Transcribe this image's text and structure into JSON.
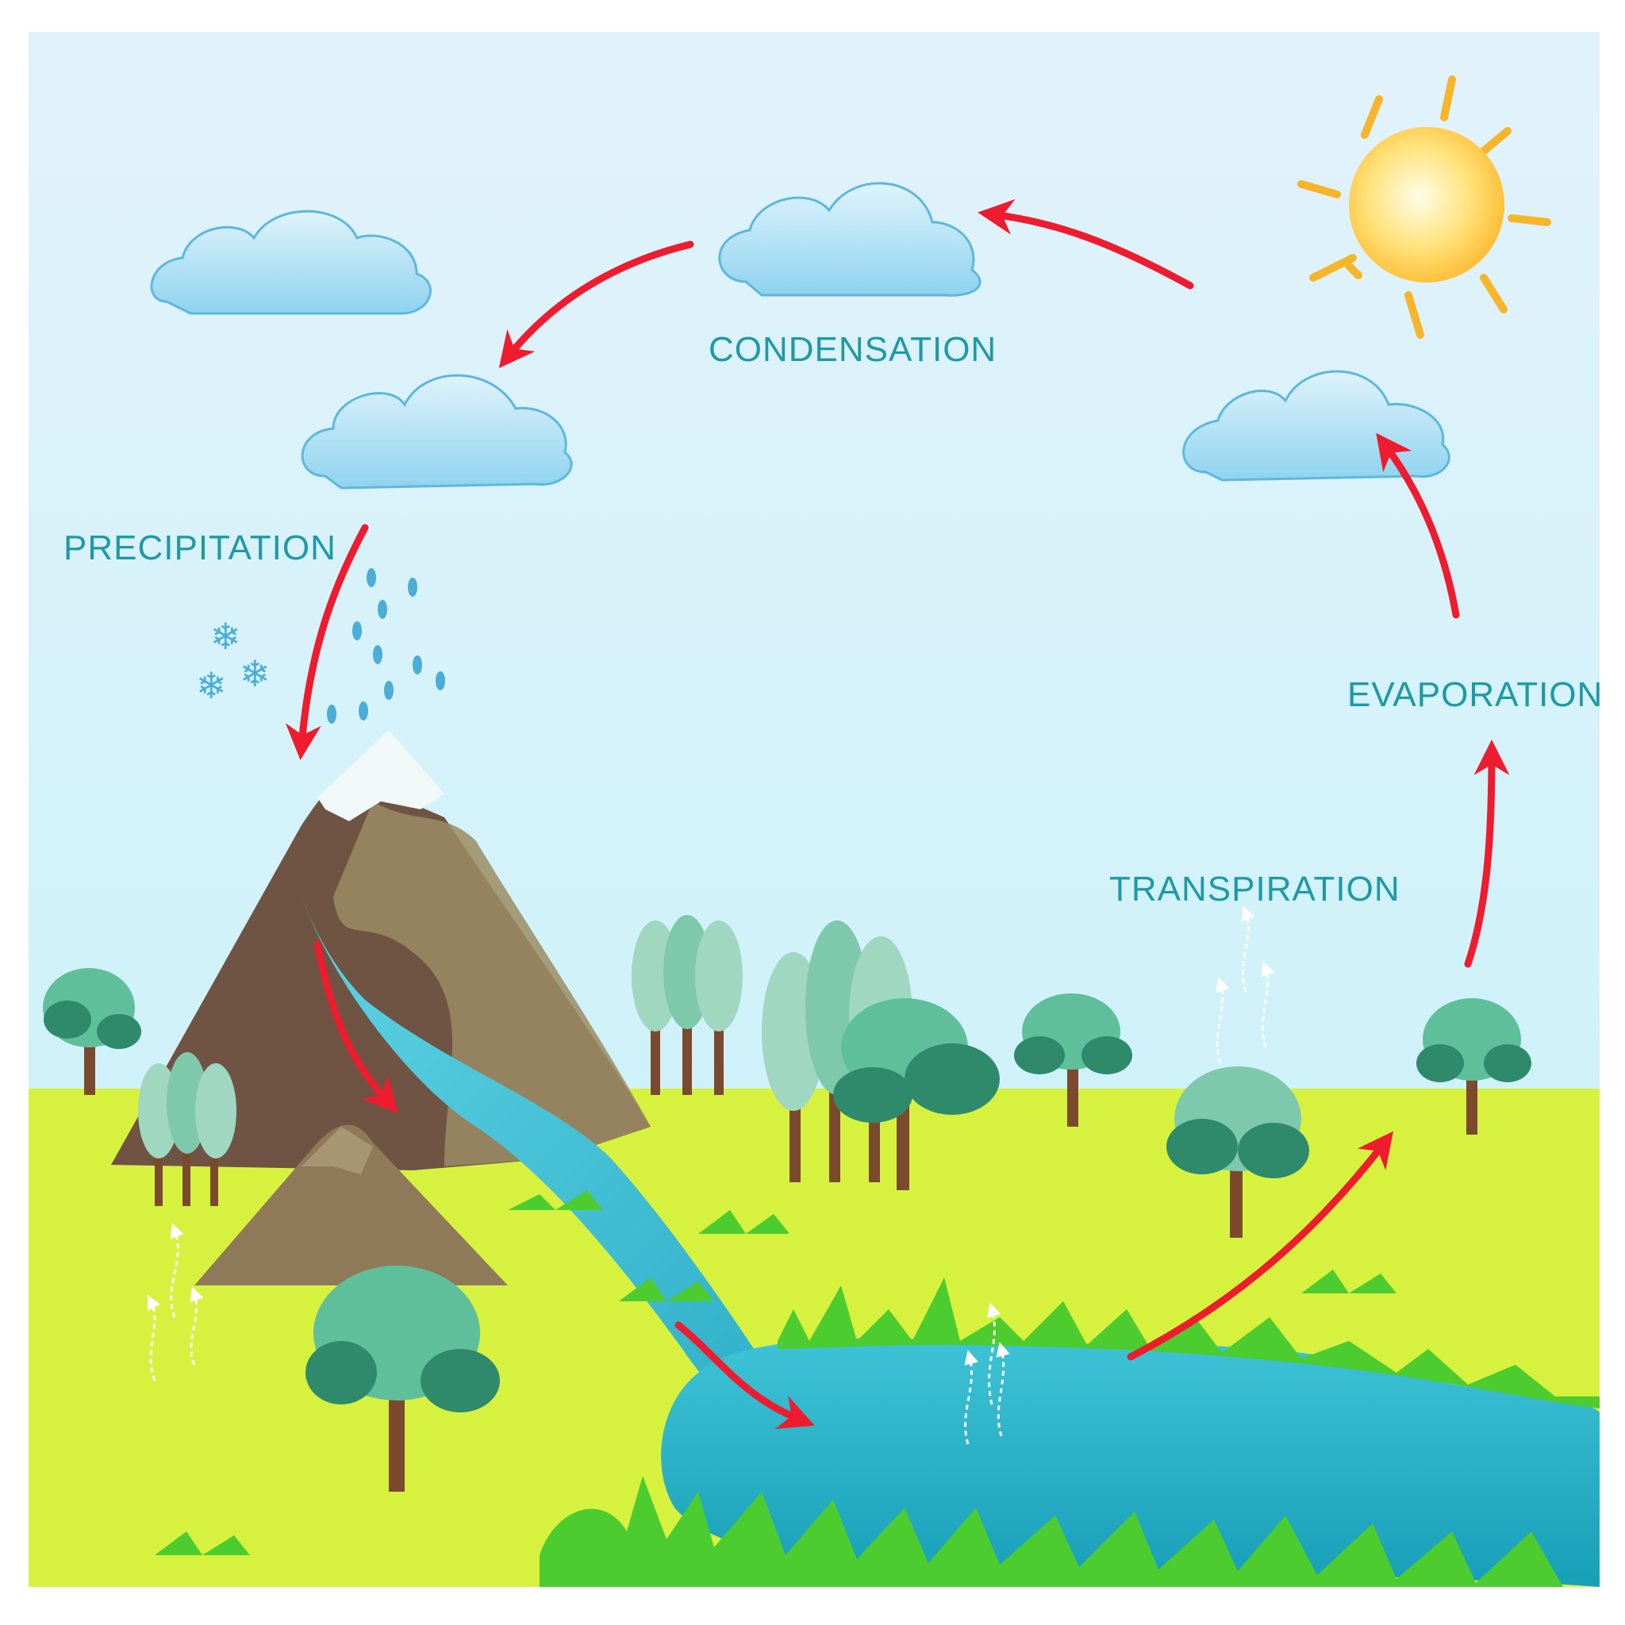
{
  "labels": {
    "condensation": "CONDENSATION",
    "precipitation": "PRECIPITATION",
    "evaporation": "EVAPORATION",
    "transpiration": "TRANSPIRATION"
  },
  "colors": {
    "label": "#1d9aa6",
    "arrow": "#ee1c2e",
    "sky_top": "#dff1fb",
    "sky_bottom": "#c9f1f8",
    "ground": "#d4f142",
    "water": "#1aa9bd",
    "sun": "#ffd24a",
    "cloud": "#a9ddf2",
    "mountain": "#7a5b49",
    "snow": "#f1f8f8",
    "foliage": "#5fbf9b",
    "foliage_dark": "#2f8a6c",
    "trunk": "#7b4a2e",
    "grass": "#4ccc2e"
  },
  "icons": [
    "sun-icon",
    "cloud-icon",
    "snowflake-icon",
    "raindrop-icon",
    "tree-icon",
    "mountain-icon"
  ]
}
